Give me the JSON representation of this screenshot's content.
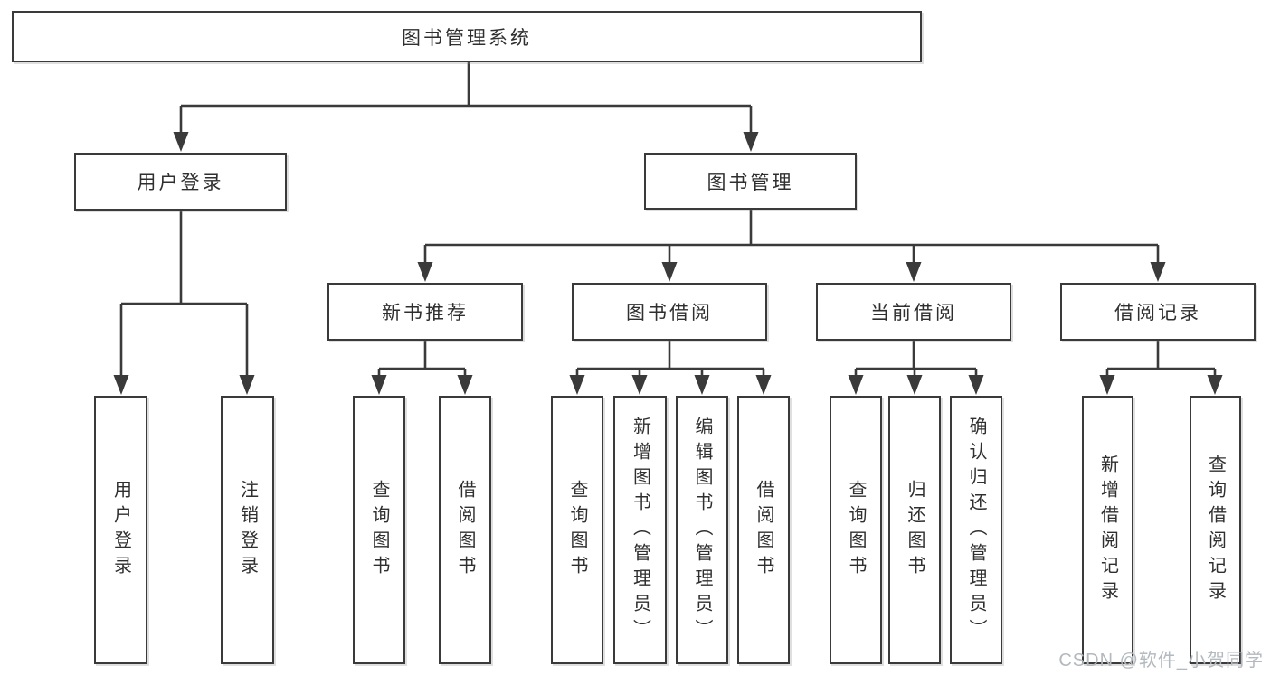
{
  "diagram": {
    "title": "图书管理系统",
    "branches": [
      {
        "label": "用户登录",
        "children": [
          {
            "label": "用户登录"
          },
          {
            "label": "注销登录"
          }
        ]
      },
      {
        "label": "图书管理",
        "children": [
          {
            "label": "新书推荐",
            "children": [
              {
                "label": "查询图书"
              },
              {
                "label": "借阅图书"
              }
            ]
          },
          {
            "label": "图书借阅",
            "children": [
              {
                "label": "查询图书"
              },
              {
                "label": "新增图书（管理员）"
              },
              {
                "label": "编辑图书（管理员）"
              },
              {
                "label": "借阅图书"
              }
            ]
          },
          {
            "label": "当前借阅",
            "children": [
              {
                "label": "查询图书"
              },
              {
                "label": "归还图书"
              },
              {
                "label": "确认归还（管理员）"
              }
            ]
          },
          {
            "label": "借阅记录",
            "children": [
              {
                "label": "新增借阅记录"
              },
              {
                "label": "查询借阅记录"
              }
            ]
          }
        ]
      }
    ]
  },
  "watermark": {
    "text": "CSDN @软件_小贺同学",
    "color": "#b3b9be"
  },
  "colors": {
    "line": "#3a3a3a",
    "box_border": "#3a3a3a",
    "text": "#2f2f2f",
    "background": "#ffffff"
  }
}
